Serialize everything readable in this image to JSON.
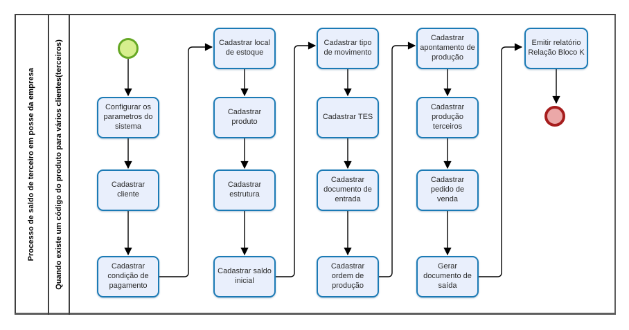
{
  "pool": {
    "label": "Processo de saldo de terceiro em posse da empresa",
    "lane_label": "Quando existe um código do produto para vários clientes(terceiros)"
  },
  "tasks": [
    {
      "label": "Configurar os parametros do sistema"
    },
    {
      "label": "Cadastrar cliente"
    },
    {
      "label": "Cadastrar condição de pagamento"
    },
    {
      "label": "Cadastrar local de estoque"
    },
    {
      "label": "Cadastrar produto"
    },
    {
      "label": "Cadastrar estrutura"
    },
    {
      "label": "Cadastrar saldo inicial"
    },
    {
      "label": "Cadastrar tipo de movimento"
    },
    {
      "label": "Cadastrar TES"
    },
    {
      "label": "Cadastrar documento de entrada"
    },
    {
      "label": "Cadastrar ordem de produção"
    },
    {
      "label": "Cadastrar apontamento de produção"
    },
    {
      "label": "Cadastrar produção terceiros"
    },
    {
      "label": "Cadastrar pedido de venda"
    },
    {
      "label": "Gerar documento de saída"
    },
    {
      "label": "Emitir relatório Relação Bloco K"
    }
  ],
  "events": {
    "start": "start-event",
    "end": "end-event"
  },
  "colors": {
    "task_fill": "#e9effc",
    "task_border": "#1b7ab5",
    "start_fill": "#d7ef8e",
    "start_border": "#66a825",
    "end_fill": "#eba8a8",
    "end_border": "#a61d1d",
    "connector": "#000000",
    "pool_border": "#3f3f3f"
  }
}
